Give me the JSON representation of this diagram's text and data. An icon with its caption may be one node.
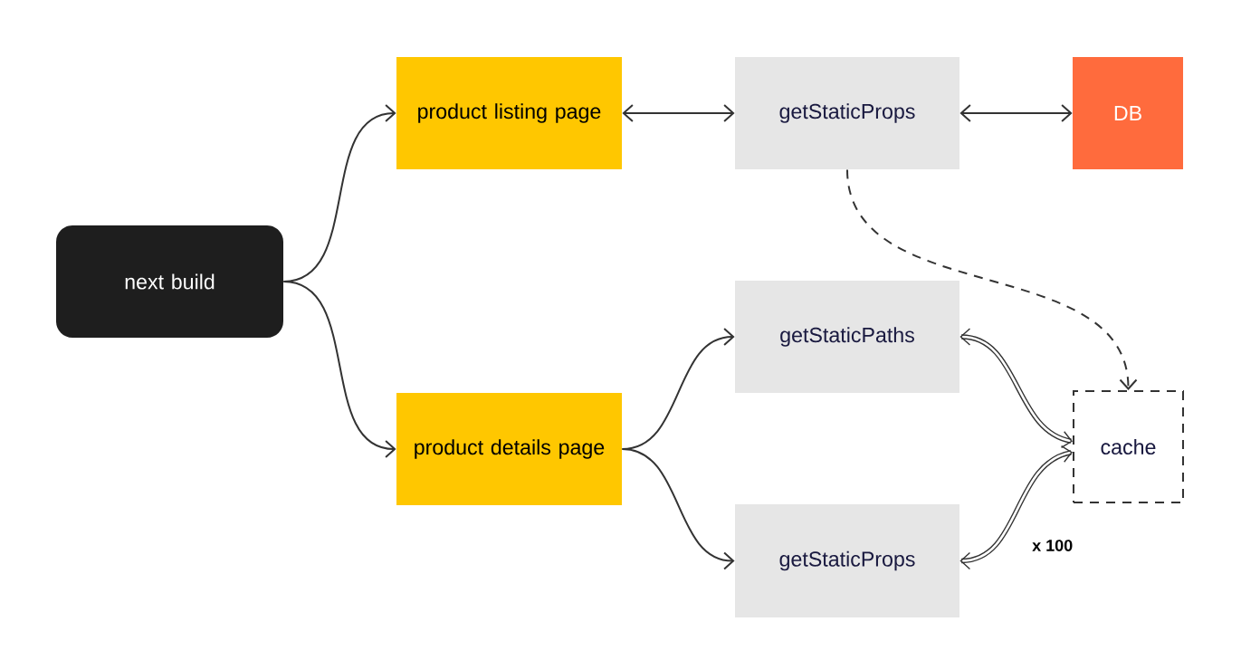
{
  "diagram": {
    "nodes": [
      {
        "text": [
          "next build"
        ]
      },
      {
        "text": [
          "product listing page"
        ]
      },
      {
        "text": [
          "getStaticProps"
        ]
      },
      {
        "text": [
          "DB"
        ]
      },
      {
        "text": [
          "getStaticPaths"
        ]
      },
      {
        "text": [
          "product details page"
        ]
      },
      {
        "text": [
          "getStaticProps"
        ]
      },
      {
        "text": [
          "cache"
        ]
      }
    ],
    "edges": [
      {
        "from": 0,
        "to": 1,
        "arrow": "to"
      },
      {
        "from": 0,
        "to": 5,
        "arrow": "to"
      },
      {
        "from": 1,
        "to": 2,
        "arrow": "both"
      },
      {
        "from": 2,
        "to": 3,
        "arrow": "both"
      },
      {
        "from": 2,
        "to": 7,
        "arrow": "to",
        "style": "dashed"
      },
      {
        "from": 5,
        "to": 4,
        "arrow": "to"
      },
      {
        "from": 5,
        "to": 6,
        "arrow": "to"
      },
      {
        "from": 7,
        "to": 4,
        "arrow": "both",
        "style": "thick"
      },
      {
        "from": 7,
        "to": 6,
        "arrow": "both",
        "style": "thick",
        "label": "x 100"
      }
    ]
  }
}
